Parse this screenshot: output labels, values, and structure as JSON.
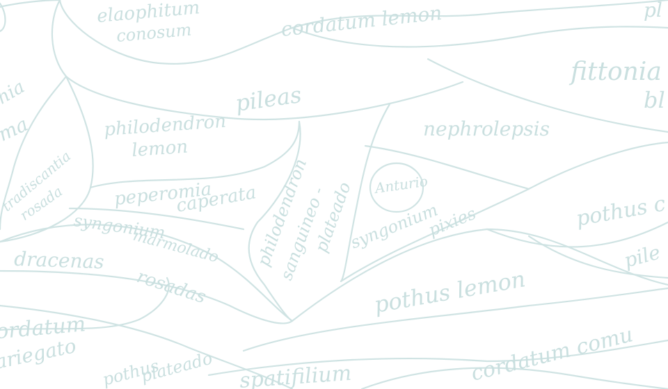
{
  "ink_color": "#cfe3e3",
  "text_color": "#c9dfdf",
  "background": "#ffffff",
  "labels": {
    "elaophitum": "elaophitum",
    "conosum": "conosum",
    "cordatum_lemon": "cordatum lemon",
    "pl_top": "pl",
    "fittonia": "fittonia",
    "bl": "bl",
    "hia": "hia",
    "ma": "ma",
    "pileas": "pileas",
    "philodendron_lemon_1": "philodendron",
    "philodendron_lemon_2": "lemon",
    "nephrolepsis": "nephrolepsis",
    "tradiscantia": "tradiscantia",
    "rosada": "rosada",
    "peperomia": "peperomia",
    "caperata": "caperata",
    "anturio": "Anturio",
    "syngonium": "syngonium",
    "marmolado": "marmolado",
    "philodendron_2": "philodendron",
    "sanguineo": "sanguineo -",
    "plateado": "plateado",
    "syngonium_pixies_1": "syngonium",
    "syngonium_pixies_2": "pixies",
    "pothus_c": "pothus c",
    "dracenas": "dracenas",
    "rosadas": "rosadas",
    "pile": "pile",
    "pothus_lemon": "pothus lemon",
    "ordatum": "ordatum",
    "ariegato": "ariegato",
    "pothus_plateado_1": "pothus",
    "pothus_plateado_2": "plateado",
    "spatifilium": "spatifilium",
    "cordatum_comun": "cordatum comu"
  }
}
